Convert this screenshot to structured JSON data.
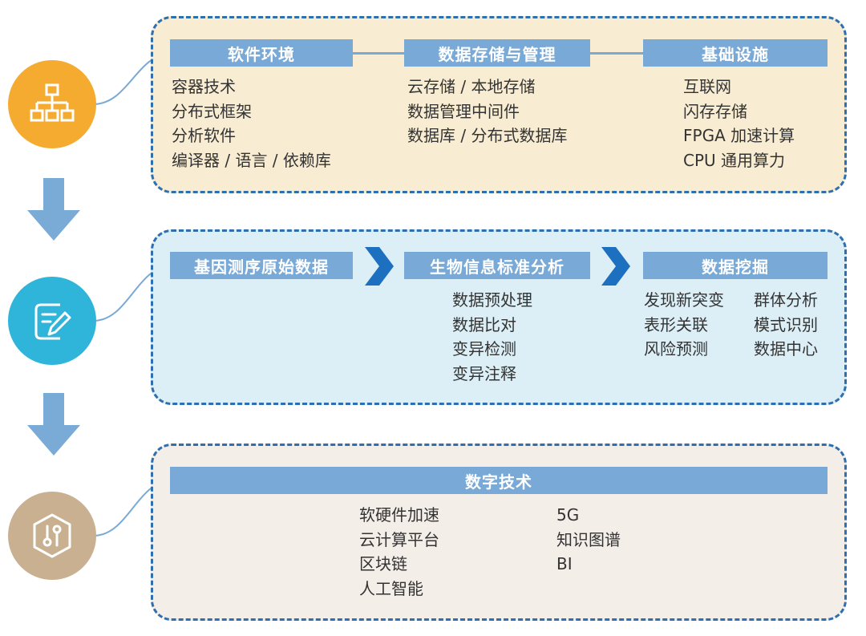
{
  "colors": {
    "panel_1_bg": "#f8ecd2",
    "panel_2_bg": "#dceff6",
    "panel_3_bg": "#f4eee8",
    "circle_1": "#f4ab30",
    "circle_2": "#2eb5d9",
    "circle_3": "#c9b090",
    "header_bg": "#79a9d6",
    "arrow": "#7aaad6",
    "chevron": "#1d6fbf"
  },
  "icons": {
    "circle_1": "hierarchy-icon",
    "circle_2": "edit-document-icon",
    "circle_3": "hexagon-tech-icon"
  },
  "section1": {
    "columns": [
      {
        "header": "软件环境",
        "items": [
          "容器技术",
          "分布式框架",
          "分析软件",
          "编译器 / 语言 / 依赖库"
        ]
      },
      {
        "header": "数据存储与管理",
        "items": [
          "云存储 / 本地存储",
          "数据管理中间件",
          "数据库 / 分布式数据库"
        ]
      },
      {
        "header": "基础设施",
        "items": [
          "互联网",
          "闪存存储",
          "FPGA 加速计算",
          "CPU 通用算力"
        ]
      }
    ]
  },
  "section2": {
    "stages": [
      {
        "header": "基因测序原始数据",
        "items": []
      },
      {
        "header": "生物信息标准分析",
        "items": [
          "数据预处理",
          "数据比对",
          "变异检测",
          "变异注释"
        ]
      },
      {
        "header": "数据挖掘",
        "items_left": [
          "发现新突变",
          "表形关联",
          "风险预测"
        ],
        "items_right": [
          "群体分析",
          "模式识别",
          "数据中心"
        ]
      }
    ]
  },
  "section3": {
    "header": "数字技术",
    "items_left": [
      "软硬件加速",
      "云计算平台",
      "区块链",
      "人工智能"
    ],
    "items_right": [
      "5G",
      "知识图谱",
      "BI"
    ]
  }
}
